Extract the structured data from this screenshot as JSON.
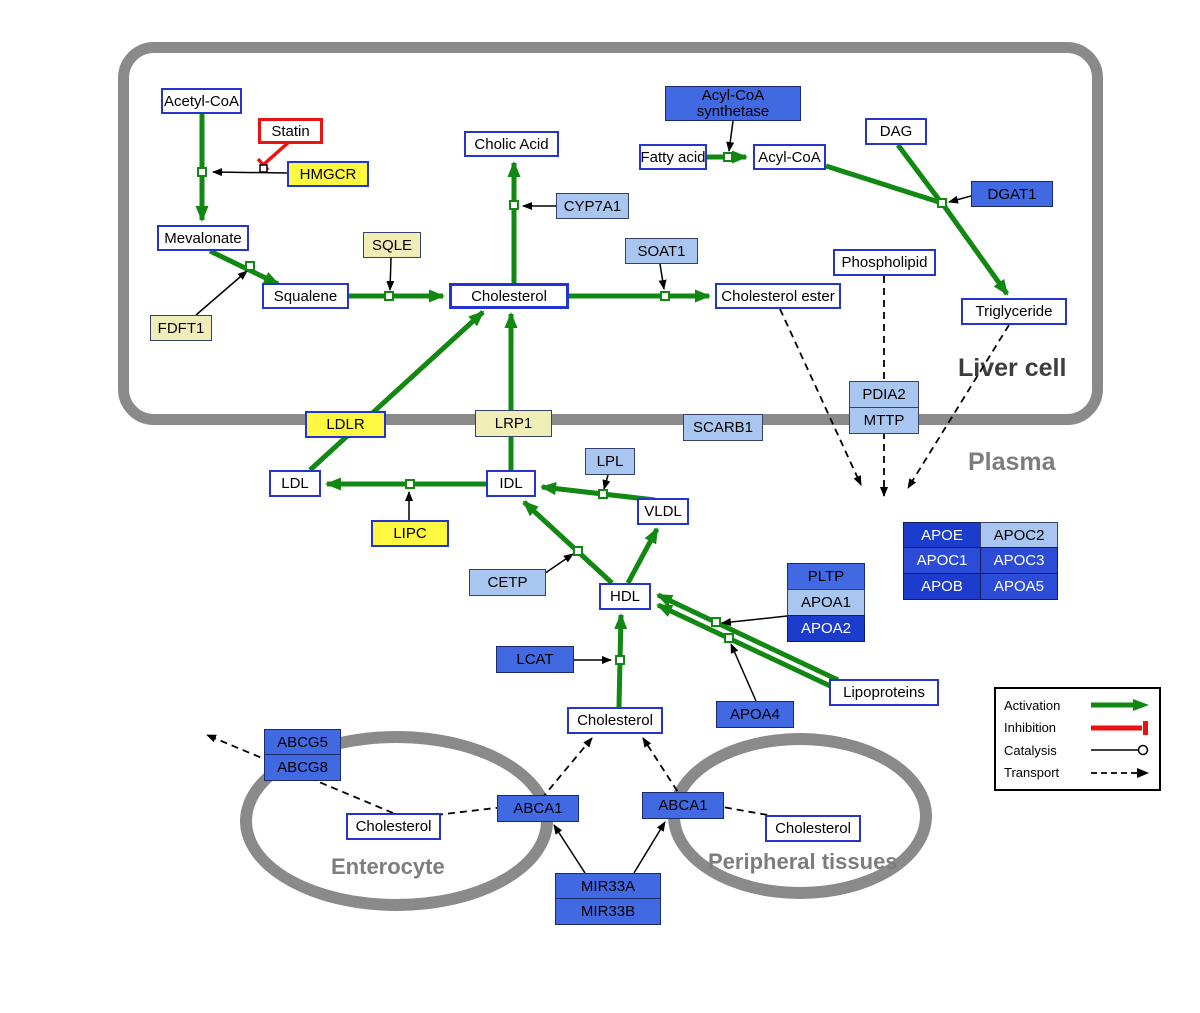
{
  "regions": {
    "liver": {
      "label": "Liver cell"
    },
    "plasma": {
      "label": "Plasma"
    },
    "enterocyte": {
      "label": "Enterocyte"
    },
    "peripheral": {
      "label": "Peripheral tissues"
    }
  },
  "nodes": {
    "acetyl_coa": {
      "label": "Acetyl-CoA"
    },
    "statin": {
      "label": "Statin"
    },
    "hmgcr": {
      "label": "HMGCR"
    },
    "mevalonate": {
      "label": "Mevalonate"
    },
    "sqle": {
      "label": "SQLE"
    },
    "fdft1": {
      "label": "FDFT1"
    },
    "squalene": {
      "label": "Squalene"
    },
    "cholesterol_liver": {
      "label": "Cholesterol"
    },
    "cholic_acid": {
      "label": "Cholic Acid"
    },
    "cyp7a1": {
      "label": "CYP7A1"
    },
    "soat1": {
      "label": "SOAT1"
    },
    "cholesterol_ester": {
      "label": "Cholesterol ester"
    },
    "acyl_coa_synthetase": {
      "label": "Acyl-CoA synthetase"
    },
    "fatty_acid": {
      "label": "Fatty acid"
    },
    "acyl_coa": {
      "label": "Acyl-CoA"
    },
    "dag": {
      "label": "DAG"
    },
    "dgat1": {
      "label": "DGAT1"
    },
    "phospholipid": {
      "label": "Phospholipid"
    },
    "triglyceride": {
      "label": "Triglyceride"
    },
    "pdia2": {
      "label": "PDIA2"
    },
    "mttp": {
      "label": "MTTP"
    },
    "ldlr": {
      "label": "LDLR"
    },
    "lrp1": {
      "label": "LRP1"
    },
    "scarb1": {
      "label": "SCARB1"
    },
    "ldl": {
      "label": "LDL"
    },
    "idl": {
      "label": "IDL"
    },
    "lpl": {
      "label": "LPL"
    },
    "vldl": {
      "label": "VLDL"
    },
    "lipc": {
      "label": "LIPC"
    },
    "cetp": {
      "label": "CETP"
    },
    "hdl": {
      "label": "HDL"
    },
    "lcat": {
      "label": "LCAT"
    },
    "pltp": {
      "label": "PLTP"
    },
    "apoa1": {
      "label": "APOA1"
    },
    "apoa2": {
      "label": "APOA2"
    },
    "apoa4": {
      "label": "APOA4"
    },
    "lipoproteins": {
      "label": "Lipoproteins"
    },
    "apoe": {
      "label": "APOE"
    },
    "apoc2": {
      "label": "APOC2"
    },
    "apoc1": {
      "label": "APOC1"
    },
    "apoc3": {
      "label": "APOC3"
    },
    "apob": {
      "label": "APOB"
    },
    "apoa5": {
      "label": "APOA5"
    },
    "cholesterol_plasma": {
      "label": "Cholesterol"
    },
    "abcg5": {
      "label": "ABCG5"
    },
    "abcg8": {
      "label": "ABCG8"
    },
    "cholesterol_enterocyte": {
      "label": "Cholesterol"
    },
    "abca1_enterocyte": {
      "label": "ABCA1"
    },
    "abca1_peripheral": {
      "label": "ABCA1"
    },
    "cholesterol_peripheral": {
      "label": "Cholesterol"
    },
    "mir33a": {
      "label": "MIR33A"
    },
    "mir33b": {
      "label": "MIR33B"
    }
  },
  "legend": {
    "activation": "Activation",
    "inhibition": "Inhibition",
    "catalysis": "Catalysis",
    "transport": "Transport"
  },
  "colors": {
    "activation_green": "#118811",
    "inhibition_red": "#ee1111",
    "metabolite_border_blue": "#2334cf",
    "gene_blue": "#4169e1",
    "gene_dark_blue": "#1b3ccd",
    "gene_light_blue": "#a8c6ef",
    "enzyme_yellow": "#fef840",
    "enzyme_pale_yellow": "#efeeb6",
    "membrane_gray": "#8a8a8a"
  }
}
